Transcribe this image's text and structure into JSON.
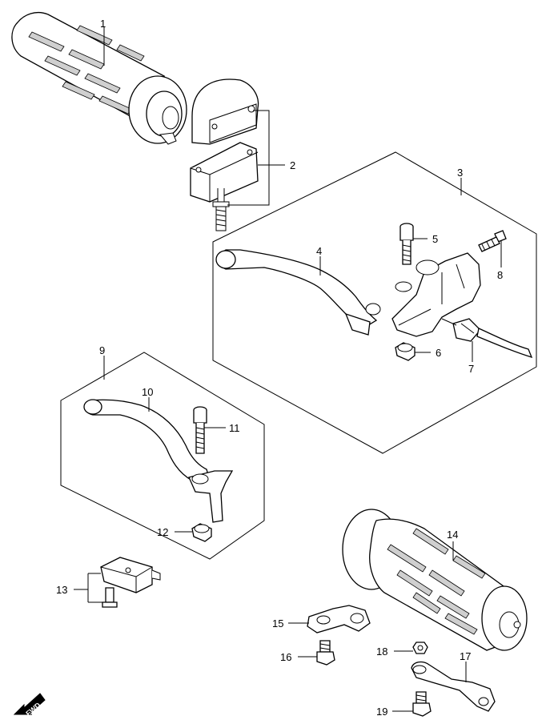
{
  "callouts": [
    {
      "id": "1",
      "label": "1"
    },
    {
      "id": "2",
      "label": "2"
    },
    {
      "id": "3",
      "label": "3"
    },
    {
      "id": "4",
      "label": "4"
    },
    {
      "id": "5",
      "label": "5"
    },
    {
      "id": "6",
      "label": "6"
    },
    {
      "id": "7",
      "label": "7"
    },
    {
      "id": "8",
      "label": "8"
    },
    {
      "id": "9",
      "label": "9"
    },
    {
      "id": "10",
      "label": "10"
    },
    {
      "id": "11",
      "label": "11"
    },
    {
      "id": "12",
      "label": "12"
    },
    {
      "id": "13",
      "label": "13"
    },
    {
      "id": "14",
      "label": "14"
    },
    {
      "id": "15",
      "label": "15"
    },
    {
      "id": "16",
      "label": "16"
    },
    {
      "id": "17",
      "label": "17"
    },
    {
      "id": "18",
      "label": "18"
    },
    {
      "id": "19",
      "label": "19"
    }
  ],
  "direction_badge": {
    "label": "FWD",
    "icon": "fwd-arrow-icon"
  }
}
